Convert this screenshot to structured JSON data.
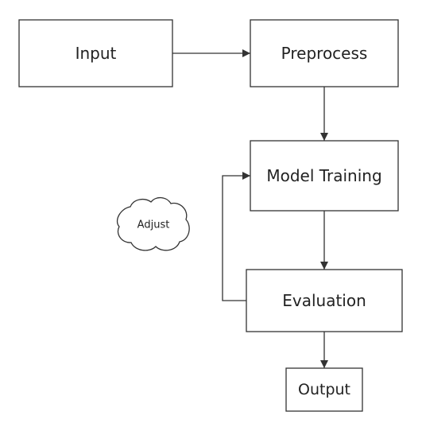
{
  "diagram": {
    "colors": {
      "stroke": "#333333",
      "fill": "#ffffff",
      "text": "#222222"
    },
    "nodes": {
      "input": {
        "label": "Input"
      },
      "preprocess": {
        "label": "Preprocess"
      },
      "training": {
        "label": "Model Training"
      },
      "evaluation": {
        "label": "Evaluation"
      },
      "output": {
        "label": "Output"
      },
      "adjust": {
        "label": "Adjust"
      }
    }
  }
}
